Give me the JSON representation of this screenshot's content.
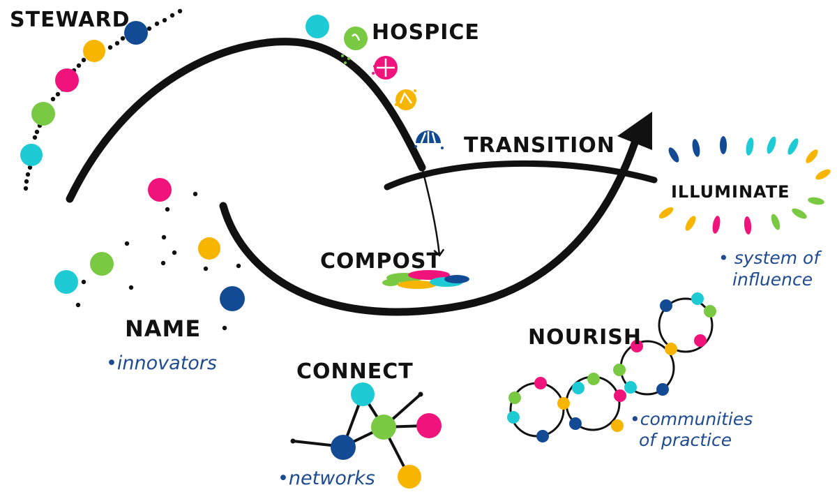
{
  "labels": {
    "steward": "STEWARD",
    "hospice": "HOSPICE",
    "transition": "TRANSITION",
    "illuminate": "ILLUMINATE",
    "compost": "COMPOST",
    "name": "NAME",
    "connect": "CONNECT",
    "nourish": "NOURISH"
  },
  "sublabels": {
    "innovators": "•innovators",
    "networks": "•networks",
    "communities_line1": "•communities",
    "communities_line2": "of practice",
    "influence_line1": "• system of",
    "influence_line2": "influence"
  },
  "colors": {
    "cyan": "#1ecad3",
    "green": "#7ac943",
    "pink": "#f0137c",
    "yellow": "#f7b500",
    "navy": "#124b94",
    "ink": "#111111",
    "subtext": "#1e4b8f"
  }
}
